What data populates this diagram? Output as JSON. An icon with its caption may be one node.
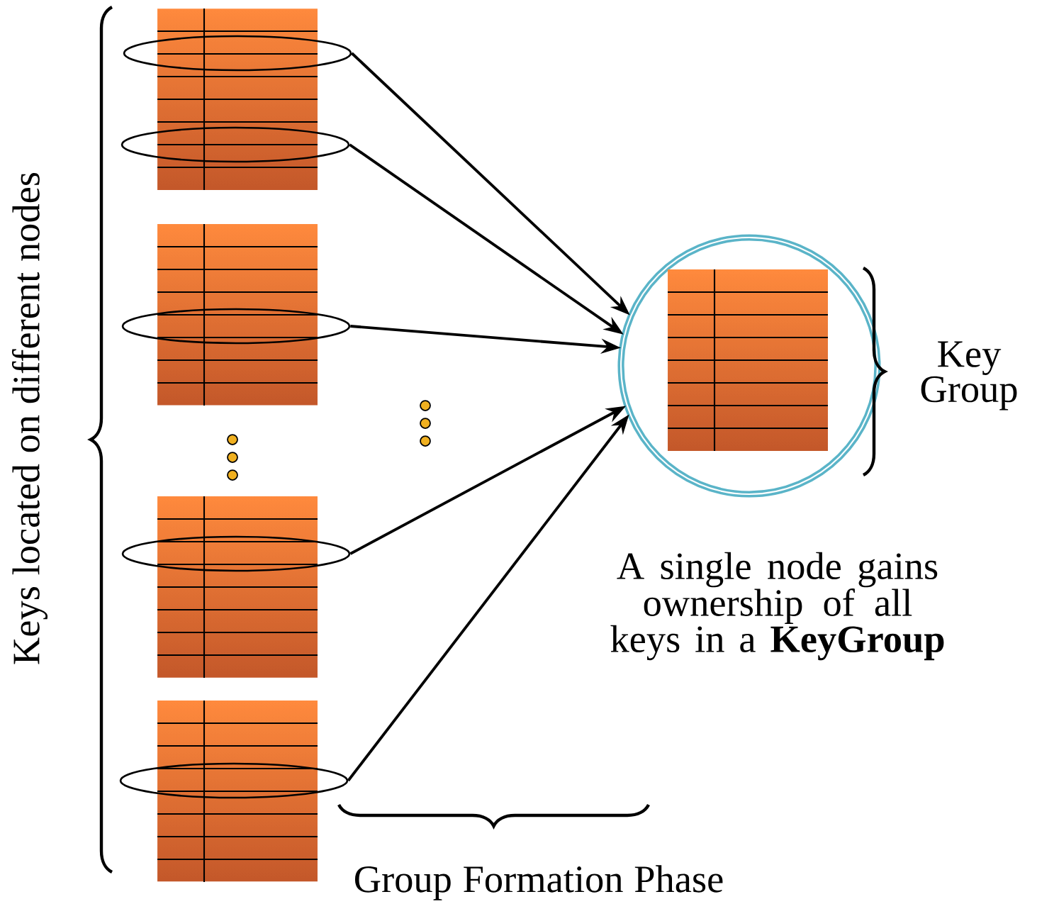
{
  "diagram": {
    "nodes": [
      {
        "text": [],
        "shape": "table"
      },
      {
        "text": [],
        "shape": "ellipse"
      },
      {
        "text": [],
        "shape": "ellipse"
      },
      {
        "text": [],
        "shape": "table"
      },
      {
        "text": [],
        "shape": "ellipse"
      },
      {
        "text": [],
        "shape": "table"
      },
      {
        "text": [],
        "shape": "ellipse"
      },
      {
        "text": [],
        "shape": "table"
      },
      {
        "text": [],
        "shape": "ellipse"
      },
      {
        "text": [],
        "shape": "circle"
      },
      {
        "text": [],
        "shape": "table",
        "in": 9
      }
    ],
    "edges": [
      {
        "from": 1,
        "to": 9,
        "arrow": "to"
      },
      {
        "from": 2,
        "to": 9,
        "arrow": "to"
      },
      {
        "from": 4,
        "to": 9,
        "arrow": "to"
      },
      {
        "from": 6,
        "to": 9,
        "arrow": "to"
      },
      {
        "from": 8,
        "to": 9,
        "arrow": "to"
      }
    ],
    "labels": [
      "Keys located on different nodes",
      "Key Group",
      "A single node gains ownership of all keys in a **KeyGroup**",
      "Group Formation Phase"
    ]
  }
}
